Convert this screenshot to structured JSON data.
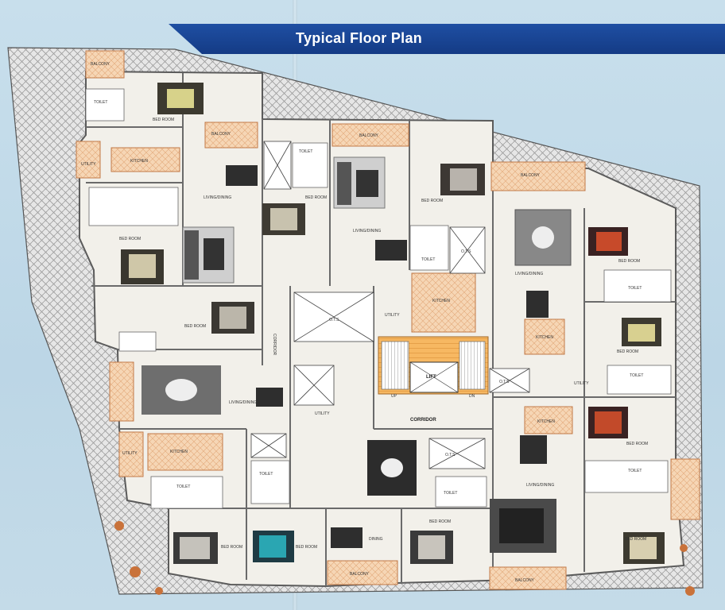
{
  "header": {
    "title": "Typical Floor Plan"
  },
  "labels": {
    "balcony": "BALCONY",
    "toilet": "TOILET",
    "bedroom": "BED ROOM",
    "kitchen": "KITCHEN",
    "utility": "UTILITY",
    "living": "LIVING/DINING",
    "dining": "DINING",
    "ots": "O.T.S",
    "lift": "LIFT",
    "corridor": "CORRIDOR",
    "up": "UP",
    "dn": "DN"
  },
  "colors": {
    "page_bg": "#bcd6e6",
    "banner": "#1a4593",
    "banner_text": "#ffffff",
    "plot_hatch": "#dedede",
    "floor": "#f3f1ec",
    "wall": "#6b6b6b",
    "balcony_fill": "#f4c9a0",
    "kitchen_fill": "#f6d8b8",
    "stair_fill": "#f6b55a"
  }
}
